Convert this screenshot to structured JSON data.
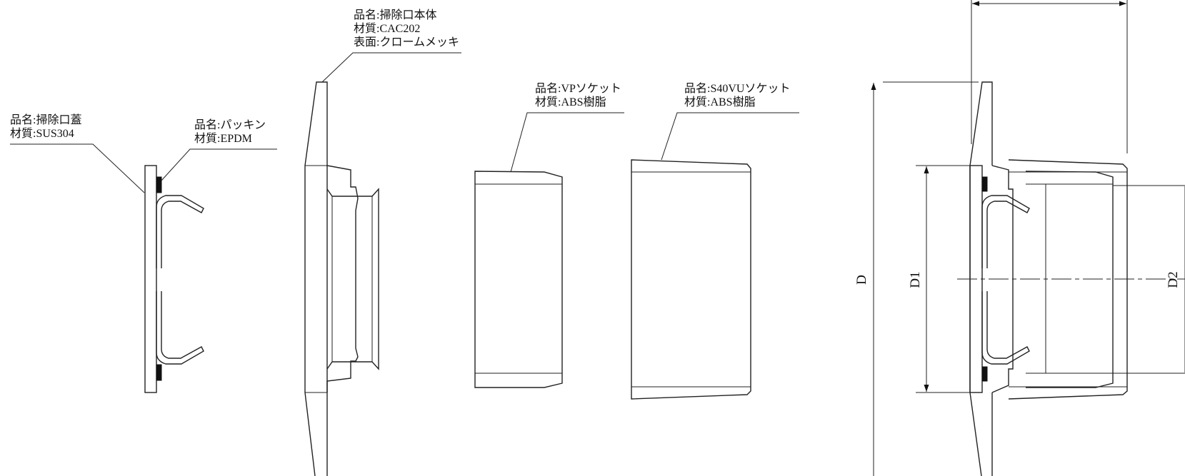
{
  "callouts": {
    "lid": {
      "name": "品名:掃除口蓋",
      "material": "材質:SUS304"
    },
    "packing": {
      "name": "品名:パッキン",
      "material": "材質:EPDM"
    },
    "body": {
      "name": "品名:掃除口本体",
      "material": "材質:CAC202",
      "surface": "表面:クロームメッキ"
    },
    "vp_socket": {
      "name": "品名:VPソケット",
      "material": "材質:ABS樹脂"
    },
    "s40vu_socket": {
      "name": "品名:S40VUソケット",
      "material": "材質:ABS樹脂"
    }
  },
  "dimensions": {
    "d": "D",
    "d1": "D1",
    "d2": "D2"
  },
  "colors": {
    "line": "#222222",
    "background": "#ffffff"
  }
}
